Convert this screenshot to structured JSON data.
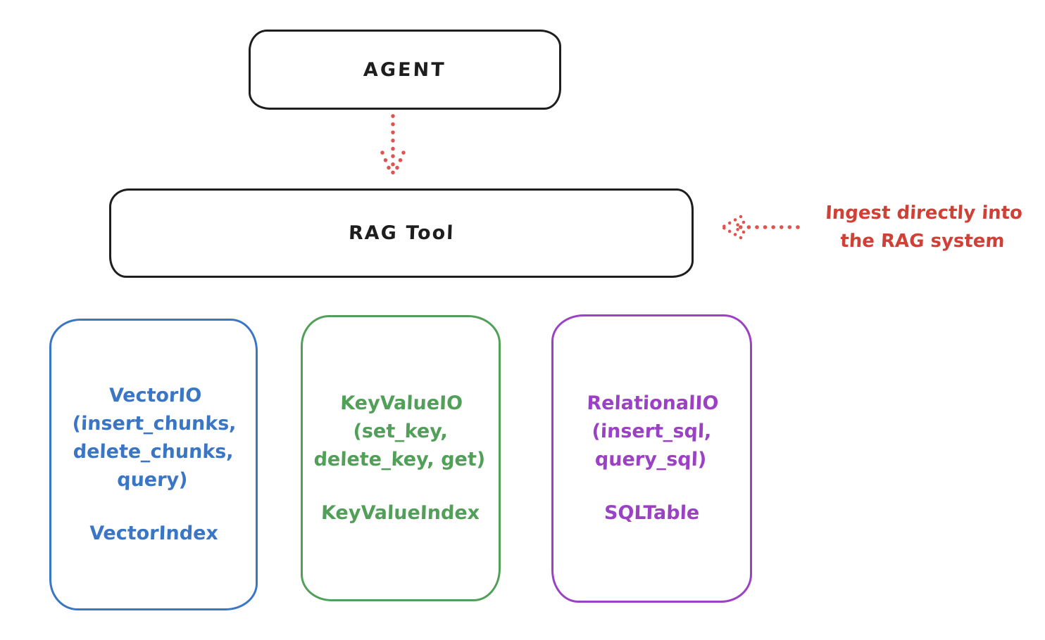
{
  "agent_box": {
    "label": "AGENT"
  },
  "rag_tool_box": {
    "label": "RAG Tool"
  },
  "annotation": {
    "line1": "Ingest directly into",
    "line2": "the RAG system",
    "color": "#cf4136"
  },
  "arrows": {
    "agent_to_rag": "dotted-down-arrow",
    "annotation_to_rag": "dotted-left-arrow",
    "color": "#dd5550"
  },
  "backends": [
    {
      "name": "vector",
      "accent": "#3a76c4",
      "lines": [
        "VectorIO",
        "(insert_chunks,",
        "delete_chunks,",
        "query)"
      ],
      "index": "VectorIndex"
    },
    {
      "name": "keyvalue",
      "accent": "#519f58",
      "lines": [
        "KeyValueIO",
        "(set_key,",
        "delete_key, get)"
      ],
      "index": "KeyValueIndex"
    },
    {
      "name": "relational",
      "accent": "#9b42c4",
      "lines": [
        "RelationalIO",
        "(insert_sql,",
        "query_sql)"
      ],
      "index": "SQLTable"
    }
  ],
  "colors": {
    "outline": "#1e1e1e",
    "background": "#ffffff"
  }
}
